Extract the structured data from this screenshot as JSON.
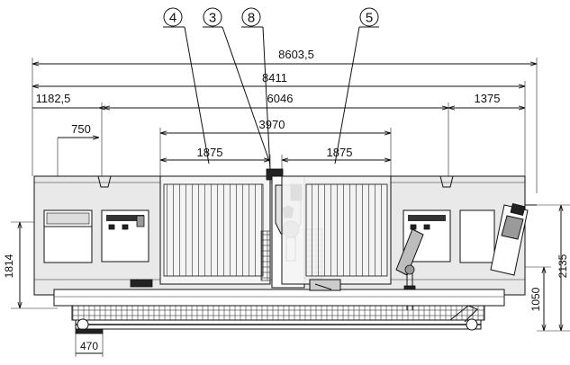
{
  "callouts": [
    {
      "label": "4"
    },
    {
      "label": "3"
    },
    {
      "label": "8"
    },
    {
      "label": "5"
    }
  ],
  "dimensions": {
    "overall_outer": "8603,5",
    "overall": "8411",
    "left_offset": "1182,5",
    "span": "6046",
    "right_offset": "1375",
    "left_panel": "750",
    "inner_span": "3970",
    "left_door": "1875",
    "right_door": "1875",
    "height_left": "1814",
    "height_right": "2135",
    "floor_height": "1050",
    "foot": "470"
  },
  "colors": {
    "line": "#111111",
    "machine_fill": "#e9e9e9",
    "background": "#ffffff"
  }
}
